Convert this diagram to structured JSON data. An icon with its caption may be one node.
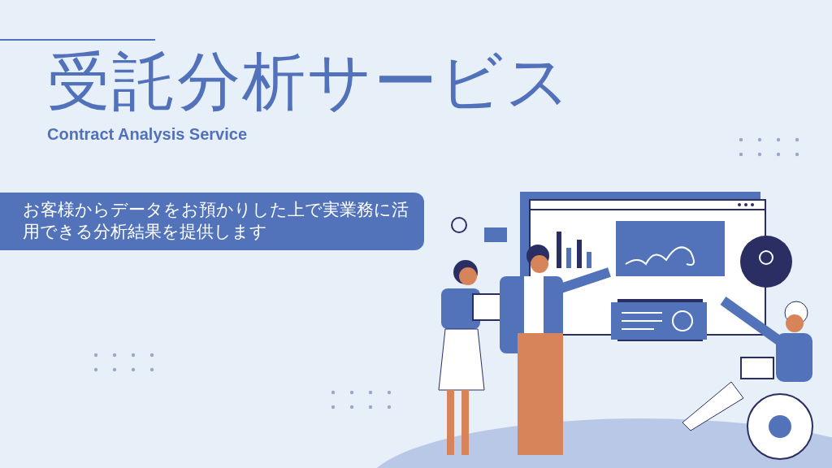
{
  "diagram": {
    "title": "受託分析サービス",
    "nodes": [
      {
        "text": [
          "お客様からデータをお預かりした上で実業務に活用できる分析結果を提供します"
        ]
      }
    ],
    "labels": [
      "Contract Analysis Service"
    ]
  }
}
